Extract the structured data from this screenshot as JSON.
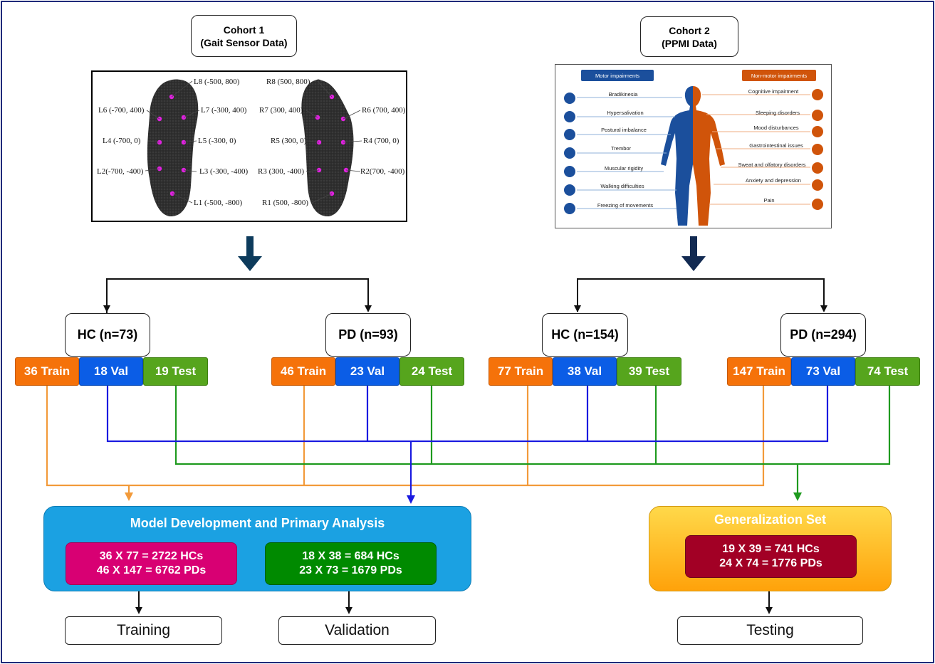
{
  "cohorts": [
    {
      "title": "Cohort 1",
      "subtitle": "(Gait Sensor Data)"
    },
    {
      "title": "Cohort 2",
      "subtitle": "(PPMI Data)"
    }
  ],
  "insole": {
    "left": [
      {
        "id": "L8",
        "coords": "L8 (-500, 800)"
      },
      {
        "id": "L6",
        "coords": "L6 (-700, 400)"
      },
      {
        "id": "L7",
        "coords": "L7 (-300, 400)"
      },
      {
        "id": "L4",
        "coords": "L4 (-700, 0)"
      },
      {
        "id": "L5",
        "coords": "L5 (-300, 0)"
      },
      {
        "id": "L2",
        "coords": "L2(-700, -400)"
      },
      {
        "id": "L3",
        "coords": "L3 (-300, -400)"
      },
      {
        "id": "L1",
        "coords": "L1 (-500, -800)"
      }
    ],
    "right": [
      {
        "id": "R8",
        "coords": "R8 (500, 800)"
      },
      {
        "id": "R7",
        "coords": "R7 (300, 400)"
      },
      {
        "id": "R6",
        "coords": "R6 (700, 400)"
      },
      {
        "id": "R5",
        "coords": "R5 (300, 0)"
      },
      {
        "id": "R4",
        "coords": "R4 (700, 0)"
      },
      {
        "id": "R3",
        "coords": "R3 (300, -400)"
      },
      {
        "id": "R2",
        "coords": "R2(700, -400)"
      },
      {
        "id": "R1",
        "coords": "R1 (500, -800)"
      }
    ]
  },
  "ppmi": {
    "motor_header": "Motor impairments",
    "nonmotor_header": "Non-motor impairments",
    "motor": [
      "Bradikinesia",
      "Hypersalivation",
      "Postural imbalance",
      "Trembor",
      "Muscular rigidity",
      "Walking difficulties",
      "Freezing of movements"
    ],
    "nonmotor": [
      "Cognitive impairment",
      "Sleeping disorders",
      "Mood disturbances",
      "Gastrointestinal issues",
      "Sweat and olfatory disorders",
      "Anxiety and depression",
      "Pain"
    ],
    "colors": {
      "motor": "#1b4f9c",
      "nonmotor": "#d0540a"
    }
  },
  "groups": [
    {
      "label": "HC (n=73)",
      "train": "36 Train",
      "val": "18 Val",
      "test": "19 Test"
    },
    {
      "label": "PD (n=93)",
      "train": "46 Train",
      "val": "23 Val",
      "test": "24 Test"
    },
    {
      "label": "HC (n=154)",
      "train": "77 Train",
      "val": "38 Val",
      "test": "39 Test"
    },
    {
      "label": "PD (n=294)",
      "train": "147 Train",
      "val": "73 Val",
      "test": "74 Test"
    }
  ],
  "model_panel": {
    "title": "Model Development and Primary Analysis",
    "train_calc": [
      "36 X 77 = 2722 HCs",
      "46 X 147 = 6762 PDs"
    ],
    "val_calc": [
      "18 X 38 = 684 HCs",
      "23 X 73 = 1679 PDs"
    ]
  },
  "gen_panel": {
    "title": "Generalization Set",
    "test_calc": [
      "19 X 39 = 741 HCs",
      "24 X 74 = 1776 PDs"
    ]
  },
  "results": {
    "training": "Training",
    "validation": "Validation",
    "testing": "Testing"
  },
  "colors": {
    "train": "#f5720a",
    "val": "#0b5de6",
    "test": "#56a51d",
    "frame": "#1f2a7a",
    "arrow": "#0d3b5c"
  }
}
